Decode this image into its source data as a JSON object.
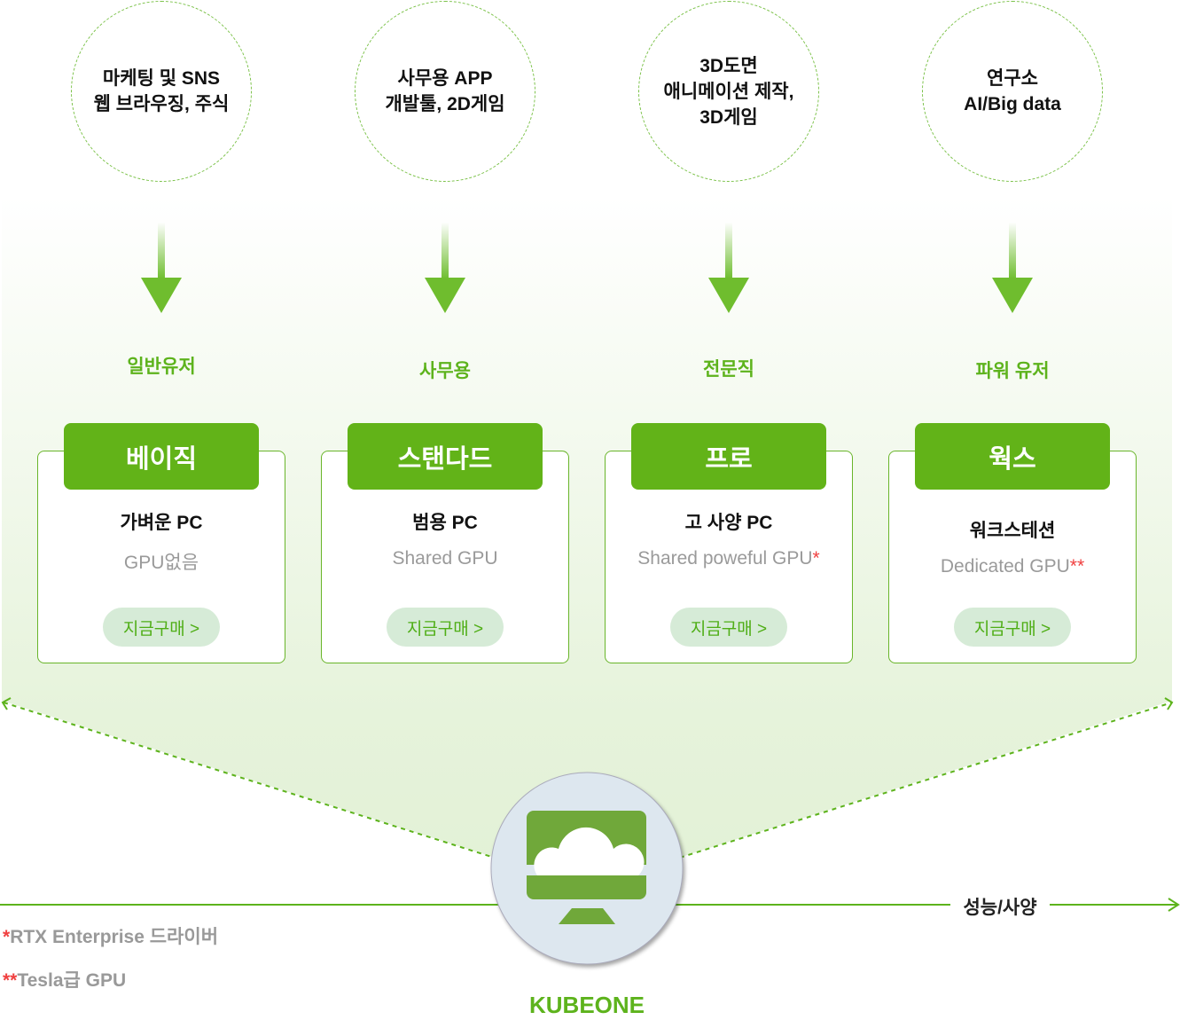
{
  "columns": [
    {
      "use_case": [
        "마케팅 및 SNS",
        "웹 브라우징, 주식"
      ],
      "user_type": "일반유저",
      "plan": "베이직",
      "title": "가벼운 PC",
      "spec": "GPU없음",
      "spec_mark": "",
      "buy": "지금구매 >"
    },
    {
      "use_case": [
        "사무용 APP",
        "개발툴, 2D게임"
      ],
      "user_type": "사무용",
      "plan": "스탠다드",
      "title": "범용 PC",
      "spec": "Shared GPU",
      "spec_mark": "",
      "buy": "지금구매 >"
    },
    {
      "use_case": [
        "3D도면",
        "애니메이션 제작,",
        "3D게임"
      ],
      "user_type": "전문직",
      "plan": "프로",
      "title": "고 사양 PC",
      "spec": "Shared poweful GPU",
      "spec_mark": "*",
      "buy": "지금구매 >"
    },
    {
      "use_case": [
        "연구소",
        "AI/Big data"
      ],
      "user_type": "파워 유저",
      "plan": "웍스",
      "title": "워크스테션",
      "spec": "Dedicated GPU",
      "spec_mark": "**",
      "buy": "지금구매 >"
    }
  ],
  "axis_label": "성능/사양",
  "notes": [
    {
      "mark": "*",
      "text": "RTX Enterprise 드라이버"
    },
    {
      "mark": "**",
      "text": "Tesla급 GPU"
    }
  ],
  "brand": "KUBEONE",
  "colors": {
    "accent": "#62b318",
    "light_green": "#e4f2d8",
    "button_bg": "#d6ebd7",
    "asterisk": "#f04040"
  }
}
